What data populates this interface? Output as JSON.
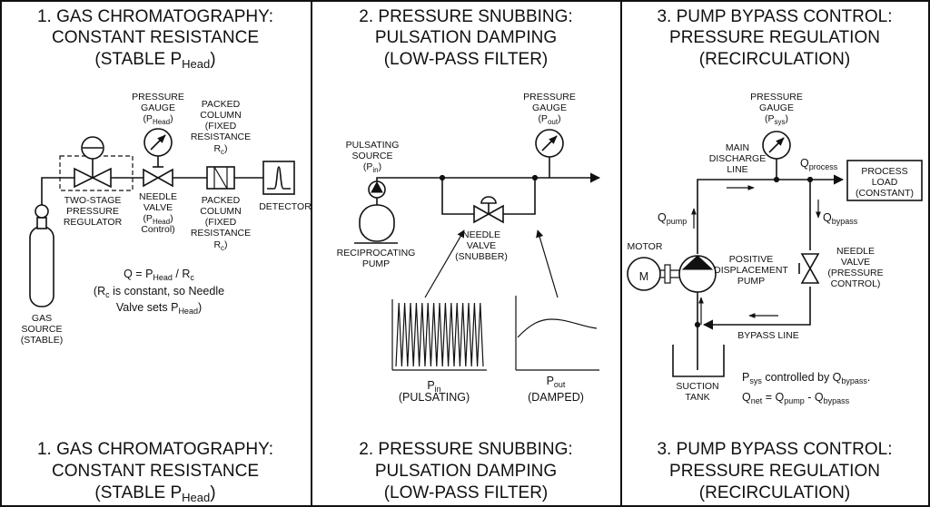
{
  "panels": [
    {
      "title_line1": "1. GAS CHROMATOGRAPHY:",
      "title_line2": "CONSTANT RESISTANCE",
      "title_line3_main": "(STABLE P",
      "title_line3_sub": "Head",
      "title_line3_end": ")",
      "labels": {
        "gas_source": [
          "GAS",
          "SOURCE",
          "(STABLE)"
        ],
        "regulator": [
          "TWO-STAGE",
          "PRESSURE",
          "REGULATOR"
        ],
        "gauge": [
          "PRESSURE",
          "GAUGE",
          "(P",
          "Head",
          ")"
        ],
        "needle_valve": [
          "NEEDLE",
          "VALVE",
          "(P",
          "Head",
          "Control)"
        ],
        "packed_column_top": [
          "PACKED",
          "COLUMN",
          "(FIXED",
          "RESISTANCE",
          "R",
          "c",
          ")"
        ],
        "packed_column_bottom": [
          "PACKED",
          "COLUMN",
          "(FIXED",
          "RESISTANCE",
          "R",
          "c",
          ")"
        ],
        "detector": "DETECTOR"
      },
      "equation": {
        "line1_a": "Q = P",
        "line1_sub1": "Head",
        "line1_b": " / R",
        "line1_sub2": "c",
        "line2_a": "(R",
        "line2_sub": "c",
        "line2_b": " is constant, so Needle",
        "line3_a": "Valve sets P",
        "line3_sub": "Head",
        "line3_b": ")"
      }
    },
    {
      "title_line1": "2. PRESSURE SNUBBING:",
      "title_line2": "PULSATION DAMPING",
      "title_line3": "(LOW-PASS FILTER)",
      "labels": {
        "source": [
          "PULSATING",
          "SOURCE",
          "(P",
          "in",
          ")"
        ],
        "gauge": [
          "PRESSURE",
          "GAUGE",
          "(P",
          "out",
          ")"
        ],
        "pump": [
          "RECIPROCATING",
          "PUMP"
        ],
        "valve": [
          "NEEDLE",
          "VALVE",
          "(SNUBBER)"
        ],
        "pin_plot": [
          "P",
          "in",
          "(PULSATING)"
        ],
        "pout_plot": [
          "P",
          "out",
          "(DAMPED)"
        ]
      }
    },
    {
      "title_line1": "3. PUMP BYPASS CONTROL:",
      "title_line2": "PRESSURE REGULATION",
      "title_line3": "(RECIRCULATION)",
      "labels": {
        "gauge": [
          "PRESSURE",
          "GAUGE",
          "(P",
          "sys",
          ")"
        ],
        "main_line": [
          "MAIN",
          "DISCHARGE",
          "LINE"
        ],
        "q_process": [
          "Q",
          "process"
        ],
        "process_load": [
          "PROCESS",
          "LOAD",
          "(CONSTANT)"
        ],
        "q_pump": [
          "Q",
          "pump"
        ],
        "q_bypass": [
          "Q",
          "bypass"
        ],
        "motor": "MOTOR",
        "motor_symbol": "M",
        "pd_pump": [
          "POSITIVE",
          "DISPLACEMENT",
          "PUMP"
        ],
        "needle_valve": [
          "NEEDLE",
          "VALVE",
          "(PRESSURE",
          "CONTROL)"
        ],
        "bypass_line": "BYPASS LINE",
        "suction_tank": [
          "SUCTION",
          "TANK"
        ]
      },
      "equation": {
        "line1_a": "P",
        "line1_sub1": "sys",
        "line1_b": " controlled by Q",
        "line1_sub2": "bypass",
        "line1_c": ".",
        "line2_a": "Q",
        "line2_sub1": "net",
        "line2_b": " = Q",
        "line2_sub2": "pump",
        "line2_c": " - Q",
        "line2_sub3": "bypass"
      }
    }
  ],
  "footer_panels": [
    {
      "line1": "1. GAS CHROMATOGRAPHY:",
      "line2": "CONSTANT RESISTANCE",
      "line3_main": "(STABLE P",
      "line3_sub": "Head",
      "line3_end": ")"
    },
    {
      "line1": "2. PRESSURE SNUBBING:",
      "line2": "PULSATION DAMPING",
      "line3": "(LOW-PASS FILTER)"
    },
    {
      "line1": "3. PUMP BYPASS CONTROL:",
      "line2": "PRESSURE REGULATION",
      "line3": "(RECIRCULATION)"
    }
  ]
}
